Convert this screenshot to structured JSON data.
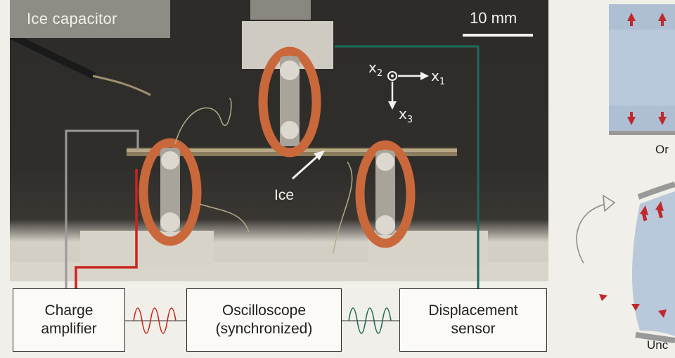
{
  "photo": {
    "title": "Ice capacitor",
    "scale_label": "10 mm",
    "axis_x1": "x",
    "axis_x1_sub": "1",
    "axis_x2": "x",
    "axis_x2_sub": "2",
    "axis_x3": "x",
    "axis_x3_sub": "3",
    "ice_label": "Ice"
  },
  "blocks": {
    "charge_amplifier": [
      "Charge",
      "amplifier"
    ],
    "oscilloscope": [
      "Oscilloscope",
      "(synchronized)"
    ],
    "displacement_sensor": [
      "Displacement",
      "sensor"
    ]
  },
  "right_panel": {
    "caption_top": "Or",
    "caption_bottom": "Unc"
  },
  "colors": {
    "wire_red": "#c8261e",
    "wire_green": "#1d6a5a",
    "wire_gray": "#9a9a9a",
    "ring_orange": "#c9683b",
    "stress_red": "#c0282a",
    "sample_blue": "#b9c8da"
  }
}
